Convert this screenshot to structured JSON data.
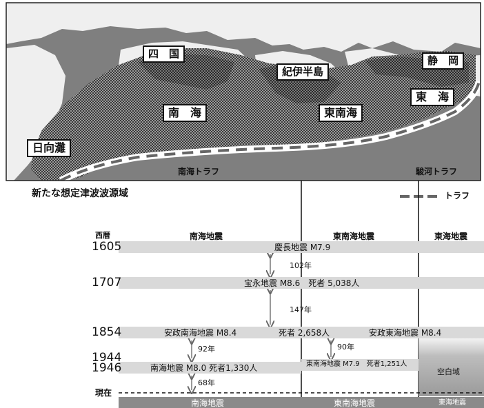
{
  "map": {
    "labels": {
      "shikoku": "四　国",
      "kii": "紀伊半島",
      "shizuoka": "静　岡",
      "nankai": "南　海",
      "tonankai": "東南海",
      "tokai": "東　海",
      "hyuganada": "日向灘"
    },
    "trough_nankai": "南海トラフ",
    "trough_suruga": "駿河トラフ",
    "new_source_area": "新たな想定津波波源域",
    "legend_trough": "トラフ"
  },
  "timeline": {
    "era_header": "西暦",
    "col_nankai": "南海地震",
    "col_tonankai": "東南海地震",
    "col_tokai": "東海地震",
    "years": {
      "y1605": "1605",
      "y1707": "1707",
      "y1854": "1854",
      "y1944": "1944",
      "y1946": "1946",
      "now": "現在"
    },
    "events": {
      "keicho": "慶長地震 M7.9",
      "hoei": "宝永地震 M8.6　死者 5,038人",
      "ansei_nankai": "安政南海地震 M8.4",
      "ansei_deaths": "死者 2,658人",
      "ansei_tokai": "安政東海地震 M8.4",
      "nankai_1946": "南海地震 M8.0  死者1,330人",
      "tonankai_1944": "東南海地震 M7.9　死者1,251人",
      "blank": "空白域"
    },
    "intervals": {
      "i102": "102年",
      "i147": "147年",
      "i92": "92年",
      "i90": "90年",
      "i68": "68年"
    },
    "footer": {
      "nankai": "南海地震",
      "tonankai": "東南海地震",
      "tokai": "東海地震"
    }
  }
}
